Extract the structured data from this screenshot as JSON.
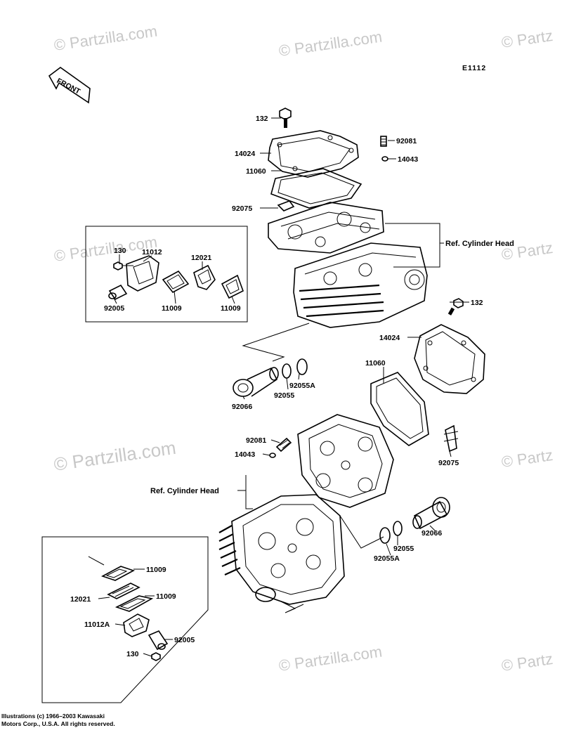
{
  "diagram_code": "E1112",
  "front_label": "FRONT",
  "watermark": "© Partzilla.com",
  "watermark_partial": "© Partz",
  "reference": "Ref. Cylinder Head",
  "copyright": "Illustrations (c) 1966–2003 Kawasaki\nMotors Corp., U.S.A.  All rights reserved.",
  "parts": [
    {
      "id": "p132a",
      "text": "132"
    },
    {
      "id": "p14024a",
      "text": "14024"
    },
    {
      "id": "p92081a",
      "text": "92081"
    },
    {
      "id": "p14043a",
      "text": "14043"
    },
    {
      "id": "p11060a",
      "text": "11060"
    },
    {
      "id": "p92075a",
      "text": "92075"
    },
    {
      "id": "p130a",
      "text": "130"
    },
    {
      "id": "p11012",
      "text": "11012"
    },
    {
      "id": "p12021a",
      "text": "12021"
    },
    {
      "id": "p92005a",
      "text": "92005"
    },
    {
      "id": "p11009a",
      "text": "11009"
    },
    {
      "id": "p11009b",
      "text": "11009"
    },
    {
      "id": "p132b",
      "text": "132"
    },
    {
      "id": "p14024b",
      "text": "14024"
    },
    {
      "id": "p11060b",
      "text": "11060"
    },
    {
      "id": "p92055Aa",
      "text": "92055A"
    },
    {
      "id": "p92055a",
      "text": "92055"
    },
    {
      "id": "p92066a",
      "text": "92066"
    },
    {
      "id": "p92081b",
      "text": "92081"
    },
    {
      "id": "p14043b",
      "text": "14043"
    },
    {
      "id": "p92075b",
      "text": "92075"
    },
    {
      "id": "p92066b",
      "text": "92066"
    },
    {
      "id": "p92055b",
      "text": "92055"
    },
    {
      "id": "p92055Ab",
      "text": "92055A"
    },
    {
      "id": "p11009c",
      "text": "11009"
    },
    {
      "id": "p12021b",
      "text": "12021"
    },
    {
      "id": "p11009d",
      "text": "11009"
    },
    {
      "id": "p11012A",
      "text": "11012A"
    },
    {
      "id": "p92005b",
      "text": "92005"
    },
    {
      "id": "p130b",
      "text": "130"
    }
  ]
}
